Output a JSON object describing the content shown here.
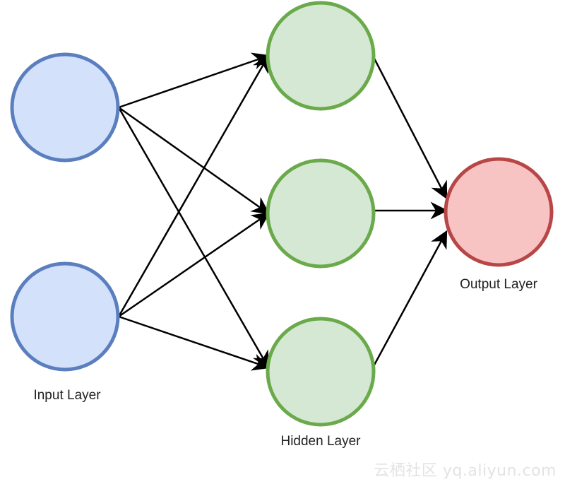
{
  "labels": {
    "input_layer": "Input Layer",
    "hidden_layer": "Hidden Layer",
    "output_layer": "Output Layer"
  },
  "watermark": "云栖社区 yq.aliyun.com",
  "colors": {
    "input_fill": "#d4e1fb",
    "input_stroke": "#5b7fbe",
    "hidden_fill": "#d5e8d4",
    "hidden_stroke": "#6aaa4a",
    "output_fill": "#f7c3c3",
    "output_stroke": "#b84646",
    "edge": "#000000"
  },
  "network": {
    "layers": [
      {
        "name": "input",
        "nodes": 2
      },
      {
        "name": "hidden",
        "nodes": 3
      },
      {
        "name": "output",
        "nodes": 1
      }
    ],
    "connections": "fully-connected"
  }
}
